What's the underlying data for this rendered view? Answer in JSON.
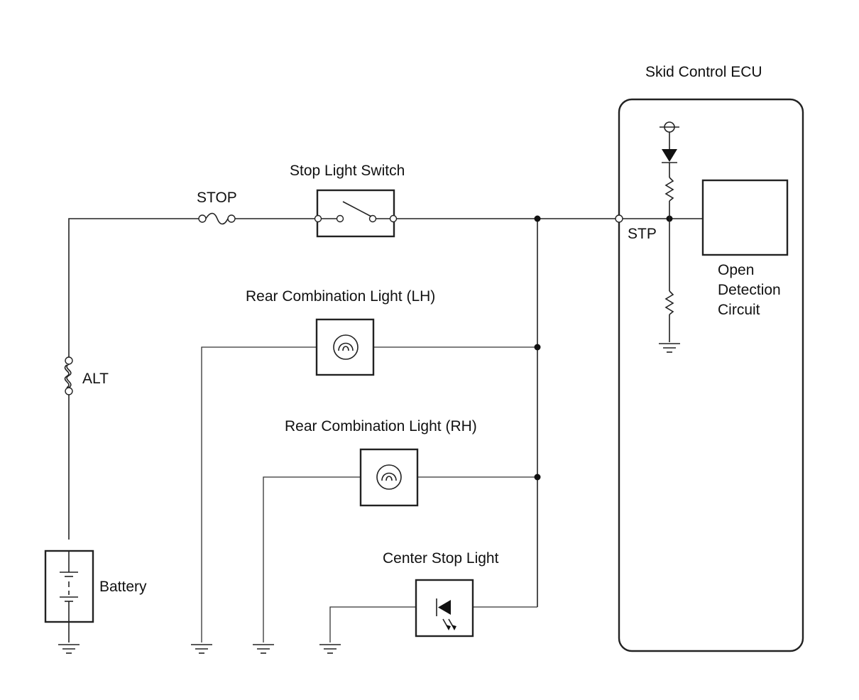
{
  "labels": {
    "ecu_title": "Skid Control ECU",
    "stop_fuse": "STOP",
    "stop_light_switch": "Stop Light Switch",
    "stp_terminal": "STP",
    "open_detection_line1": "Open",
    "open_detection_line2": "Detection",
    "open_detection_line3": "Circuit",
    "rear_lh": "Rear Combination Light (LH)",
    "rear_rh": "Rear Combination Light (RH)",
    "alt_fuse": "ALT",
    "center_stop": "Center Stop Light",
    "battery": "Battery"
  }
}
